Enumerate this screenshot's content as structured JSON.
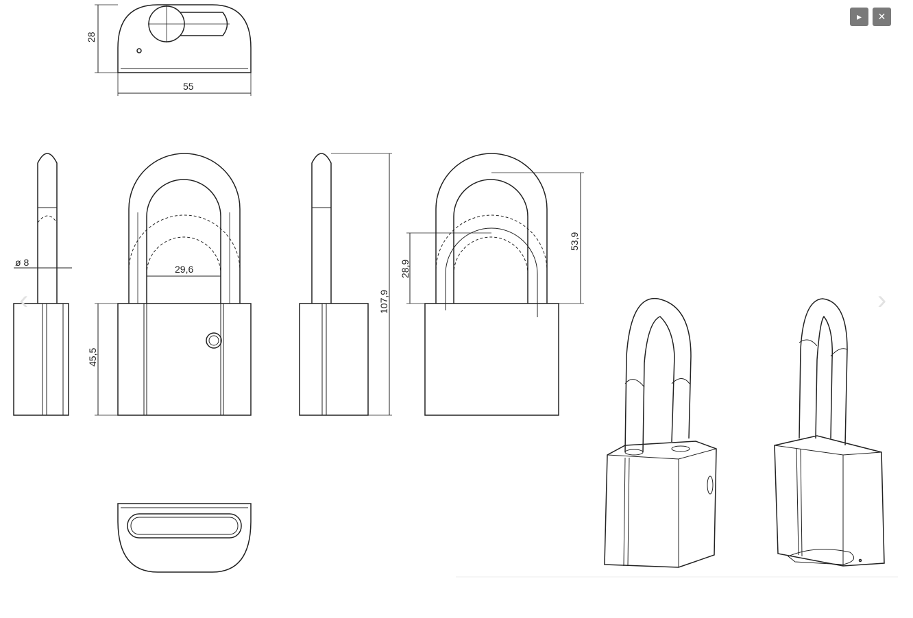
{
  "viewer": {
    "play_icon": "play-icon",
    "close_icon": "close-icon",
    "prev_icon": "chevron-left-icon",
    "next_icon": "chevron-right-icon",
    "play_glyph": "▸",
    "close_glyph": "✕",
    "prev_glyph": "‹",
    "next_glyph": "›"
  },
  "drawing": {
    "dimensions": {
      "top_height": "28",
      "top_width": "55",
      "shackle_diameter": "ø 8",
      "shackle_inner_width": "29,6",
      "body_height": "45,5",
      "total_height": "107,9",
      "shackle_clearance": "28,9",
      "shackle_height": "53,9"
    }
  }
}
